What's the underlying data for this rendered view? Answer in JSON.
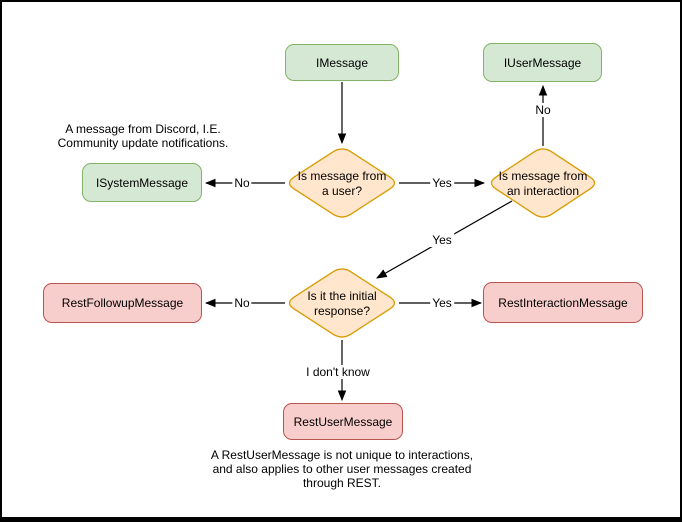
{
  "colors": {
    "green_fill": "#d5e8d4",
    "green_border": "#82b366",
    "orange_fill": "#ffe6cc",
    "orange_border": "#d79b00",
    "red_fill": "#f8cecc",
    "red_border": "#b85450",
    "line": "#000000",
    "canvas_bg": "#ffffff",
    "frame_border": "#000000",
    "text": "#000000"
  },
  "nodes": {
    "imessage": {
      "label": "IMessage"
    },
    "iusermessage": {
      "label": "IUserMessage"
    },
    "isystemmessage": {
      "label": "ISystemMessage"
    },
    "restfollowupmessage": {
      "label": "RestFollowupMessage"
    },
    "restinteractionmessage": {
      "label": "RestInteractionMessage"
    },
    "restusermessage": {
      "label": "RestUserMessage"
    }
  },
  "decisions": {
    "is_from_user": {
      "line1": "Is message from",
      "line2": "a user?"
    },
    "is_from_interaction": {
      "line1": "Is message from",
      "line2": "an interaction"
    },
    "is_initial_response": {
      "line1": "Is it the initial",
      "line2": "response?"
    }
  },
  "edge_labels": {
    "user_no": "No",
    "user_yes": "Yes",
    "interaction_no": "No",
    "interaction_yes": "Yes",
    "initial_no": "No",
    "initial_yes": "Yes",
    "initial_unknown": "I don't know"
  },
  "notes": {
    "system_note_line1": "A message from Discord, I.E.",
    "system_note_line2": "Community update notifications.",
    "rest_note_line1": "A RestUserMessage is not unique to interactions,",
    "rest_note_line2": "and also applies to other user messages created",
    "rest_note_line3": "through REST."
  }
}
